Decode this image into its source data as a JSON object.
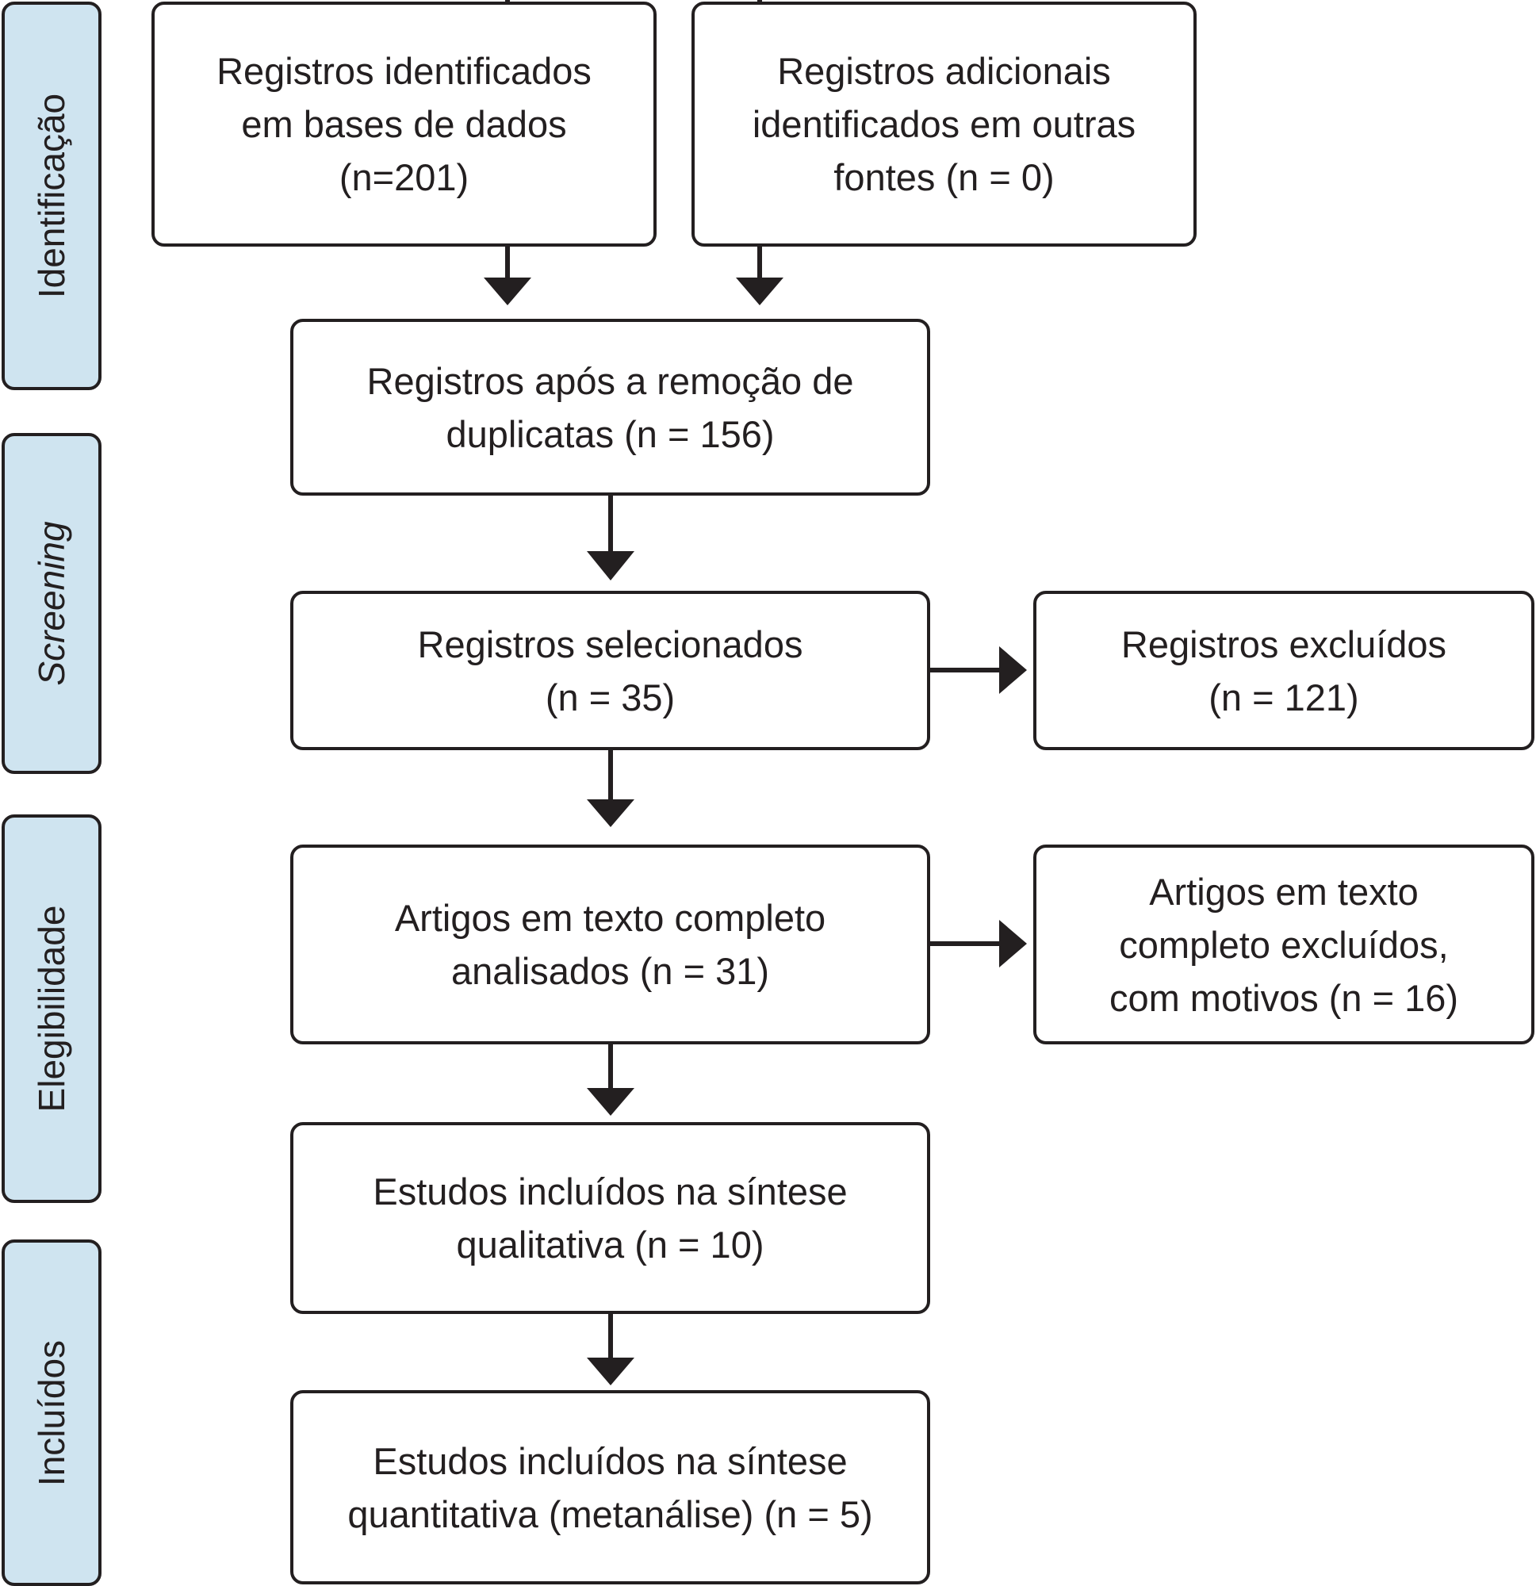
{
  "stages": [
    {
      "id": "identificacao",
      "label": "Identificação",
      "italic": false
    },
    {
      "id": "screening",
      "label": "Screening",
      "italic": true
    },
    {
      "id": "elegibilidade",
      "label": "Elegibilidade",
      "italic": false
    },
    {
      "id": "incluidos",
      "label": "Incluídos",
      "italic": false
    }
  ],
  "boxes": {
    "databases": [
      "Registros identificados",
      "em bases de dados",
      "(n=201)"
    ],
    "other_sources": [
      "Registros adicionais",
      "identificados em outras",
      "fontes (n = 0)"
    ],
    "after_duplicates": [
      "Registros após a remoção de",
      "duplicatas (n = 156)"
    ],
    "screened": [
      "Registros selecionados",
      "(n = 35)"
    ],
    "excluded_records": [
      "Registros excluídos",
      "(n = 121)"
    ],
    "full_text_assessed": [
      "Artigos em texto completo",
      "analisados (n = 31)"
    ],
    "full_text_excluded": [
      "Artigos em texto",
      "completo excluídos,",
      "com motivos (n = 16)"
    ],
    "qualitative": [
      "Estudos incluídos na síntese",
      "qualitativa (n = 10)"
    ],
    "quantitative": [
      "Estudos incluídos na síntese",
      "quantitativa (metanálise) (n = 5)"
    ]
  }
}
